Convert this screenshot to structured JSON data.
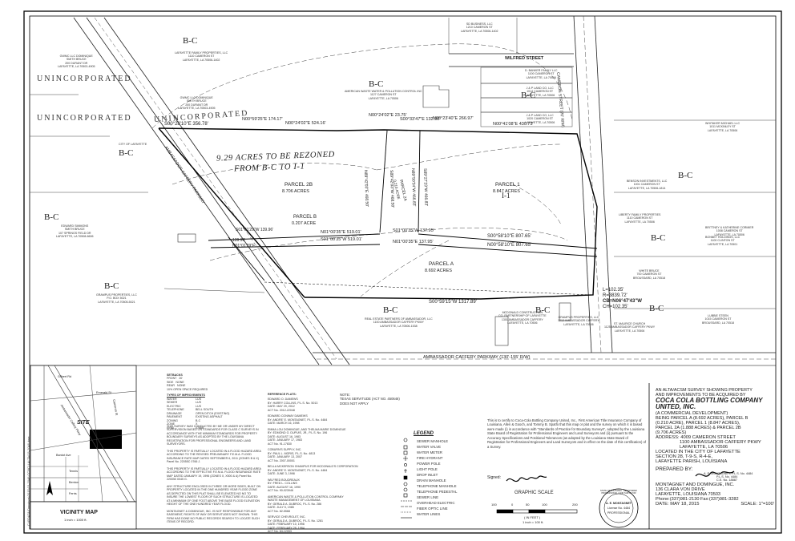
{
  "zones": {
    "bc": "B-C",
    "i1": "I-1",
    "unincorporated": "UNINCORPORATED"
  },
  "streets": {
    "wilfred": "WILFRED STREET",
    "cameron": "CAMERON STREET (70' R/W)",
    "ambassador_parkway": "AMBASSADOR CAFFERY PARKWAY (130'-155' R/W)",
    "ambassador_side": "AMBASSADOR CAFFERY PARKWAY"
  },
  "banner": {
    "line1": "9.29 ACRES TO BE REZONED",
    "line2": "FROM B-C TO I-1"
  },
  "parcels": {
    "p2b": {
      "name": "PARCEL 2B",
      "acres": "8.706 ACRES"
    },
    "p2a": {
      "name": "PARCEL 2A",
      "acres": "0.210 ACRE"
    },
    "p1": {
      "name": "PARCEL 1",
      "acres": "8.847 ACRES"
    },
    "pb": {
      "name": "PARCEL B",
      "acres": "0.207 ACRE"
    },
    "pa": {
      "name": "PARCEL A",
      "acres": "8.692 ACRES"
    }
  },
  "bearings": {
    "b1": "S00°28'10\"E 356.78'",
    "b2": "N00°59'25\"E 174.17'",
    "b3": "N00°24'02\"E 524.16'",
    "b4": "N00°24'02\"E 23.75'",
    "b5": "S00°33'47\"E 132.90'",
    "b6": "N00°23'40\"E 266.97'",
    "b7": "N00°41'08\"E 430.73'",
    "b8": "S01°00'35\"W 137.95'",
    "b9": "N01°00'35\"E 519.01'",
    "b10": "S01°00'35\"W 519.01'",
    "b11": "N01°00'35\"E 137.95'",
    "b12": "S00°58'10\"E 807.65'",
    "b13": "N00°58'10\"E 807.65'",
    "b14": "S01°01'29\"W 139.96'",
    "b15": "139.96'",
    "b16": "N01°01'29\"E",
    "b17": "S00°59'15\"W 1317.89'",
    "v1": "N89°42'03\"E 468.50'",
    "v2": "S89°42'03\"W 468.50'",
    "v3": "N89°50'34\"W 466.83'",
    "v4": "S89°27'23\"W 466.83'",
    "curve_l": "L=102.35'",
    "curve_r": "R=3839.72'",
    "curve_cb": "CB=N06°47'43\"W",
    "curve_ch": "CH=102.35'"
  },
  "owners": {
    "o1": "GWMC LLC DOMINIQUE\nSMITH BRUCE\n200 DURANT DR\nLAFAYETTE, LA 70503-4905",
    "o2": "LAFAYETTE FAMILY PROPERTIES, LLC\n1110 CAMERON ST\nLAFAYETTE, LA 70506-1402",
    "o3": "SD BUSINESS, LLC\n1210 CAMERON ST\nLAFAYETTE, LA 70506-1402",
    "o4": "AMERICAN WASTE WATER & POLLUTION CONTROL INC\n1127 CAMERON ST\nLAFAYETTE, LA 70506",
    "o5": "GWMC LLC DOMINIQUE\nSMITH BRUCE\n200 DURANT DR\nLAFAYETTE, LA 70503-4905",
    "o6": "D. BANKER FAMILY LLC\n1100 CAMERON ST\nLAFAYETTE, LA 70506",
    "o7": "J & P LAND CO, LLC\n1014 CAMERON ST\nLAFAYETTE, LA 70506",
    "o8": "J & P LAND CO, LLC\n1020 CAMERON ST\nLAFAYETTE, LA 70506",
    "o9": "WHITAKER MICHAEL LLC\n1011 MCKINLEY ST\nLAFAYETTE, LA 70506",
    "o10": "CITY OF LAFAYETTE",
    "o11": "EDWARD SIMMONS\nSMITH BRUCE\n107 SPRINGS FIELD DR\nLAFAYETTE, LA 70508-6606",
    "o12": "GRAMPUS PROPERTIES, LLC\nP.O. BOX 5021\nLAFAYETTE, LA 70505-5021",
    "o13": "REAL ESTATE PARTNERS OF AMBASSADOR, LLC\n1100 AMBASSADOR CAFFERY PKWY\nLAFAYETTE, LA 70506-1538",
    "o14": "MCDONALD CONSTRUCTION\nCO. PARTNERSHIP OF LAFAYETTE\n1301 AMBASSADOR CAFFERY\nLAFAYETTE, LA 70506",
    "o15": "GRAMPUS PROPERTIES, LLC\n1212 AMBASSADOR CAFFERY\nLAFAYETTE, LA 70506",
    "o16": "ST. MAURICE CHURCH\n1125 AMBASSADOR CAFFERY PKWY\nLAFAYETTE, LA 70506",
    "o17": "WHITE BRUCE\n700 CAMERON ST\nBROUSSARD, LA 70518",
    "o18": "BENSON INVESTMENTS, LLC\n1001 CAMERON ST\nLAFAYETTE, LA 70506-1814",
    "o19": "BRITTNEY & KATHERINE CORMIER\n1008 CAMERON ST\nLAFAYETTE, LA 70506",
    "o20": "BONNET HOLDINGS, LLC\n1100 CLINTON ST\nLAFAYETTE, LA 70501",
    "o21": "LIBERTY FAMILY PROPERTIES\n1110 CAMERON ST\nLAFAYETTE, LA 70506",
    "o22": "LUBBIE STEEN\n1015 CAMERON ST\nBROUSSARD, LA 70518"
  },
  "vicinity": {
    "title": "VICINITY MAP",
    "scale": "1 inch = 1000 ft.",
    "site": "SITE",
    "roads": [
      "Gilbert Rd",
      "Emerald St",
      "Bardot Ave",
      "Cameron St",
      "Ambassador Caffery Pkwy",
      "Tennis",
      "Benton",
      "Ferris"
    ]
  },
  "setbacks": {
    "title": "SETBACKS",
    "rows": [
      [
        "FRONT",
        "20'"
      ],
      [
        "SIDE",
        "NONE"
      ],
      [
        "REAR",
        "NONE"
      ]
    ],
    "note": "10% OPEN SPACE REQUIRED",
    "types_title": "TYPES OF IMPROVEMENTS",
    "types": [
      [
        "WATER",
        "LUS"
      ],
      [
        "SEWER",
        "LUS"
      ],
      [
        "ELECTRIC",
        "LUS"
      ],
      [
        "TELEPHONE",
        "BELL SOUTH"
      ],
      [
        "DRAINAGE",
        "OPEN DITCH (EXISTING)"
      ],
      [
        "PAVEMENT",
        "EXISTING ASPHALT"
      ],
      [
        "ZONING",
        "B-C"
      ],
      [
        "ZONE",
        "X"
      ],
      [
        "FIRM",
        "0766B"
      ]
    ]
  },
  "notes": {
    "n1": "THIS SURVEY WAS CONDUCTED BY ME OR UNDER MY DIRECT SUPERVISION BASED ON STANDARDS FOR CLASS C SURVEYS IN ACCORDANCE WITH THE MINIMUM STANDARDS FOR PROPERTY BOUNDARY SURVEYS AS ADOPTED BY THE LOUISIANA REGISTRATION FOR PROFESSIONAL ENGINEERS AND LAND SURVEYORS.",
    "n2": "THIS PROPERTY IS PARTIALLY LOCATED IN A FLOOD HAZARD AREA ACCORDING TO THE REVISED PRELIMINARY F.E.M.A. FLOOD INSURANCE RATE MAP DATED SEPTEMBER 6, 2011 (ZONES B & X) Panel No. 22055C 0766 J.",
    "n3": "THIS PROPERTY IS PARTIALLY LOCATED IN A FLOOD HAZARD AREA ACCORDING TO THE EFFECTIVE F.E.M.A. FLOOD INSURANCE RATE MAP DATED JANUARY 19, 1996 (ZONES X, X500 & A) Panel No. 220050 0045 G.",
    "n4": "ANY STRUCTURE ENCLOSED IN THREE OR MORE SIDES, BUILT ON PROPERTY LOCATED IN THE ONE HUNDRED YEAR FLOOD ZONE AS DEPICTED ON THIS PLAT SHALL BE ELEVATED NO NO TO INSURE THE LOWEST FLOOR OF SUCH STRUCTURE IS LOCATED AT A MINIMUM OF ONE FOOT ABOVE THE BASE FLOOD ELEVATION HEIGHT OF THE ONE HUNDRED YEAR FLOOD.",
    "n5": "MONTAGNET & DOMINGUE, INC. IS NOT RESPONSIBLE FOR ANY EASEMENT, RIGHTS OF WAY OR SERVITUDES NOT SHOWN. THIS FIRM HAS DONE NO PUBLIC RECORDS SEARCH TO LOCATE SUCH ITEMS OF RECORD."
  },
  "reference": {
    "title": "REFERENCE PLATS:",
    "items": [
      "EDWARD O. DAMEWS\nBY: HARRY COLLINS, P.L.S. No. 5013\nDATE: MAY 29, 2012\nACT No. 2012-22048",
      "EDWARD CONWAY DAMEWS\nBY: ANDRE' E. MONTAGNET, P.L.S. No. 4484\nDATE: MARCH 16, 1998",
      "EMMA LOU DOMINGUE, AND THELMA MARIE DOMINGUE\nBY: EDMOND G. DUPUIS, JR., P.L.S. No. 196\nDATE: AUGUST 16, 1983\nDATE: JANUARY 17, 1983\nACT No. 91-17830",
      "COBURN'S SUPPLY, INC.\nBY: PAUL L. MORIS, P.L.S. No. 4813\nDATE: JANUARY 13, 2007\nACT No. 2007-00001",
      "BELLA MCKERSON GHAMPUS FOR MCDONALD'S CORPORATION\nBY: ANDRE' E. MONTAGNET, P.L.S. No. 4484\nDATE: JUNE 3, 1998",
      "WILFRED BOUDREAUX\nBY: FRED L. COLLINS\nDATE: AUGUST 16, 1990\nACT No. 90-023946",
      "AMERICAN WASTE & POLLUTION CONTROL COMPANY\nWASTE MANAGEMENT OF LOUISIANA\nBY: GERALD A. DUBROC, P.L.S. No. 286\nDATE: JULY 5, 1985\nACT No. 82-5568",
      "SERVICE CHEVROLET, INC.\nBY: GERALD A. DUBROC, P.L.S. No. 1281\nDATE: FEBRUARY 10, 1998\nDATE: FEBRUARY 28, 1984\nACT No. 84-12053"
    ]
  },
  "serv_note": "NOTE:\nTEXAS SERVITUDE (ACT NO. 450646)\nDOES NOT APPLY",
  "legend": {
    "title": "LEGEND",
    "items": [
      "SEWER MANHOLE",
      "WATER VALVE",
      "WATER METER",
      "FIRE HYDRANT",
      "POWER POLE",
      "LIGHT POLE",
      "DROP INLET",
      "DRAIN MANHOLE",
      "TELEPHONE MANHOLE",
      "TELEPHONE PEDESTAL",
      "SEWER LINE",
      "OVERHEAD ELECTRIC",
      "FIBER OPTIC LINE",
      "WATER LINES"
    ]
  },
  "certification": "This is to certify to Coca-Cola Bottling Company United, Inc., First American Title Insurance Company of Louisiana, Allen & Gooch, and Tommy B. Spatfo that this map or plat and the survey on which it is based were made (i) in accordance with \"Standards of Practice for Boundary Surveys\", adopted by the Louisiana State Board of Registration for Professional Engineers and Land Surveyors and (ii) pursuant to the Accuracy Specifications and Positional Tolerances (as adopted by the Louisiana State Board of Registration for Professional Engineers and Land Surveyors and in effect on the date of this certification) of a Survey.",
  "signed": "Signed:",
  "graphic_scale": {
    "title": "GRAPHIC SCALE",
    "unit": "( IN FEET )",
    "ratio": "1 inch = 100 ft.",
    "ticks": [
      "100",
      "0",
      "50",
      "100",
      "200"
    ]
  },
  "seal": {
    "ring": "STATE OF LOUISIANA · REGISTERED PROFESSIONAL LAND SURVEYOR",
    "name": "A. E. MONTAGNET",
    "license": "License No. 4484",
    "role": "PROFESSIONAL"
  },
  "title_block": {
    "l1": "AN ALTA/ACSM SURVEY SHOWING PROPERTY",
    "l2": "AND IMPROVEMENTS TO BE ACQUIRED BY",
    "client": "COCA COLA BOTTLING COMPANY UNITED, INC.",
    "l4": "(A COMMERCIAL DEVELOPMENT)",
    "l5": "BEING PARCEL A (8.692 ACRES), PARCEL B",
    "l6": "(0.210 ACRE), PARCEL 1 (8.847 ACRES),",
    "l7": "PARCEL 2A (1.888 ACRES) & PARCEL 2B",
    "l8": "(9.706 ACRES)",
    "addr1": "ADDRESS: 4009 CAMERON STREET",
    "addr2": "1100 AMBASSADOR CAFFERY PKWY",
    "addr3": "LAFAYETTE, LA 70506",
    "loc1": "LOCATED IN THE CITY OF LAFAYETTE",
    "loc2": "SECTION 28, T-9-S, R-4-E,",
    "loc3": "LAFAYETTE PARISH, LOUISIANA",
    "prepared": "PREPARED BY:",
    "surveyor": "A. E. MONTAGNET, P.L.S. No. 4484",
    "pe": "P.L.S. No. 4484",
    "pe2": "C.E. No. 18887",
    "firm": "MONTAGNET AND DOMINGUE, INC.",
    "firm_addr1": "136 CLARA VON DRIVE",
    "firm_addr2": "LAFAYETTE, LOUISIANA 70503",
    "phone": "Phone:(337)981-2130 Fax:(337)981-3282",
    "date": "DATE: MAY 18, 2015",
    "scale": "SCALE: 1\"=100'"
  },
  "side_stamp": "C:\\PDATA\\Drawings\\2015\\15-2046 CCBCU ALTA\\15-2046.dwg"
}
